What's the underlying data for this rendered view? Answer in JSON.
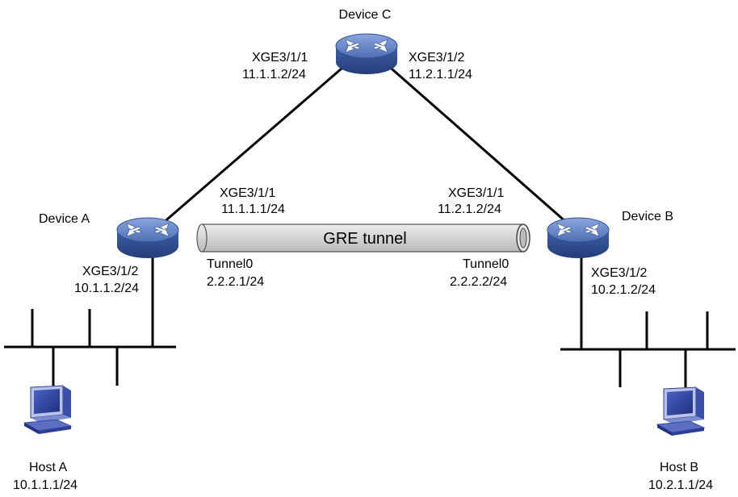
{
  "devices": {
    "device_a": {
      "name": "Device A"
    },
    "device_b": {
      "name": "Device B"
    },
    "device_c": {
      "name": "Device C"
    }
  },
  "interfaces": {
    "c_xge1": {
      "port": "XGE3/1/1",
      "ip": "11.1.1.2/24"
    },
    "c_xge2": {
      "port": "XGE3/1/2",
      "ip": "11.2.1.1/24"
    },
    "a_xge1": {
      "port": "XGE3/1/1",
      "ip": "11.1.1.1/24"
    },
    "a_xge2": {
      "port": "XGE3/1/2",
      "ip": "10.1.1.2/24"
    },
    "a_tunnel": {
      "port": "Tunnel0",
      "ip": "2.2.2.1/24"
    },
    "b_xge1": {
      "port": "XGE3/1/1",
      "ip": "11.2.1.2/24"
    },
    "b_xge2": {
      "port": "XGE3/1/2",
      "ip": "10.2.1.2/24"
    },
    "b_tunnel": {
      "port": "Tunnel0",
      "ip": "2.2.2.2/24"
    }
  },
  "tunnel": {
    "label": "GRE tunnel"
  },
  "hosts": {
    "host_a": {
      "name": "Host A",
      "ip": "10.1.1.1/24"
    },
    "host_b": {
      "name": "Host B",
      "ip": "10.2.1.1/24"
    }
  },
  "colors": {
    "router_top": "#5d7fc0",
    "router_side": "#2f4f94",
    "link": "#000000",
    "tunnel_fill": "#d4d4d4",
    "host_screen": "#2c3d9a"
  }
}
